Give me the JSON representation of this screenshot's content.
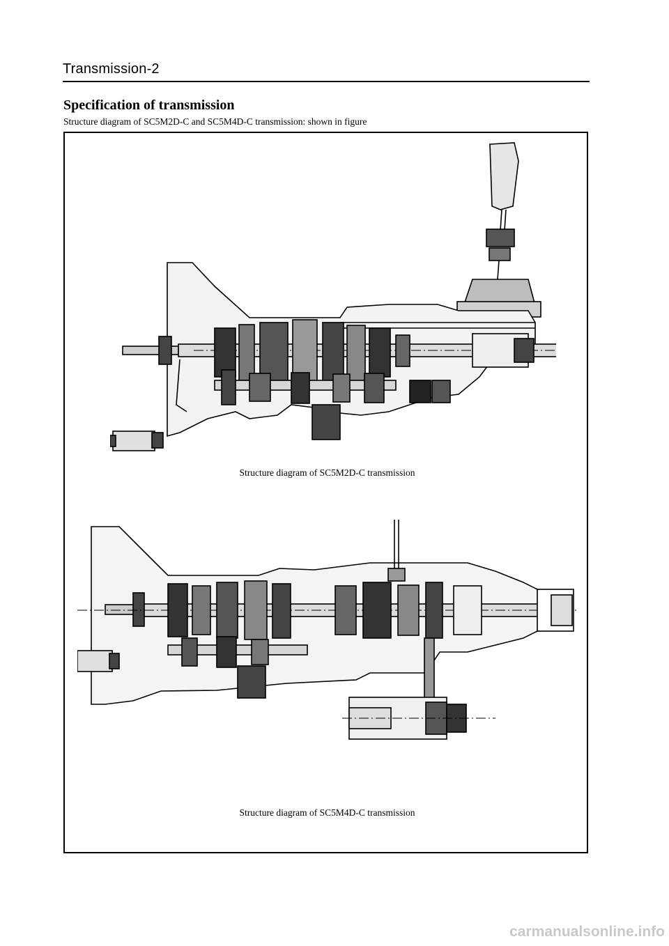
{
  "header": {
    "page_label": "Transmission-2"
  },
  "section": {
    "title": "Specification of transmission",
    "subtitle": "Structure diagram of SC5M2D-C and SC5M4D-C transmission:   shown in figure"
  },
  "figures": [
    {
      "caption": "Structure diagram of SC5M2D-C transmission"
    },
    {
      "caption": "Structure diagram of SC5M4D-C transmission"
    }
  ],
  "footer": {
    "watermark": "carmanualsonline.info"
  }
}
